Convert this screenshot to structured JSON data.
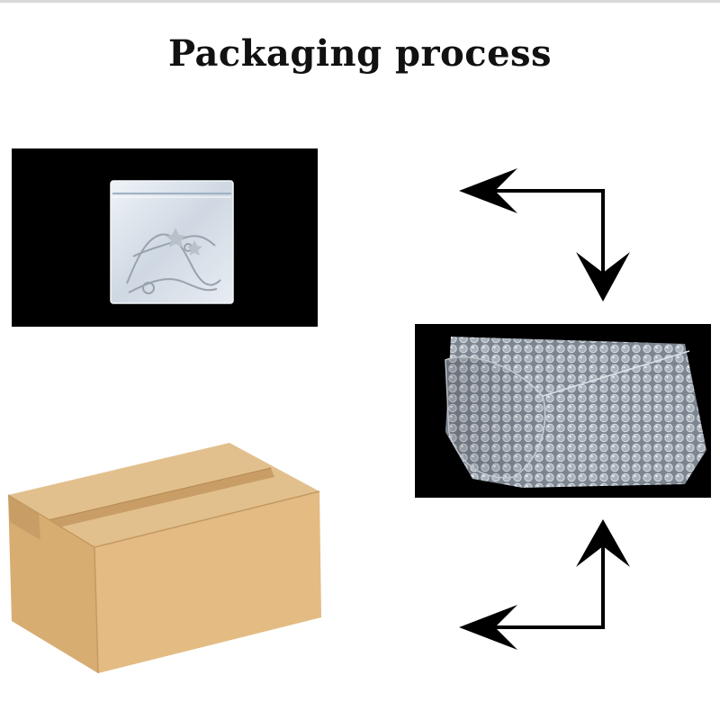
{
  "title": "Packaging process",
  "steps": [
    {
      "item": "zip-bag",
      "icon": "zip-bag-photo"
    },
    {
      "item": "bubble-bag",
      "icon": "bubble-wrap-photo"
    },
    {
      "item": "carton",
      "icon": "cardboard-box-illustration"
    }
  ],
  "colors": {
    "title": "#111111",
    "photo_background": "#000000",
    "arrow": "#000000",
    "carton": "#d9b07a"
  }
}
